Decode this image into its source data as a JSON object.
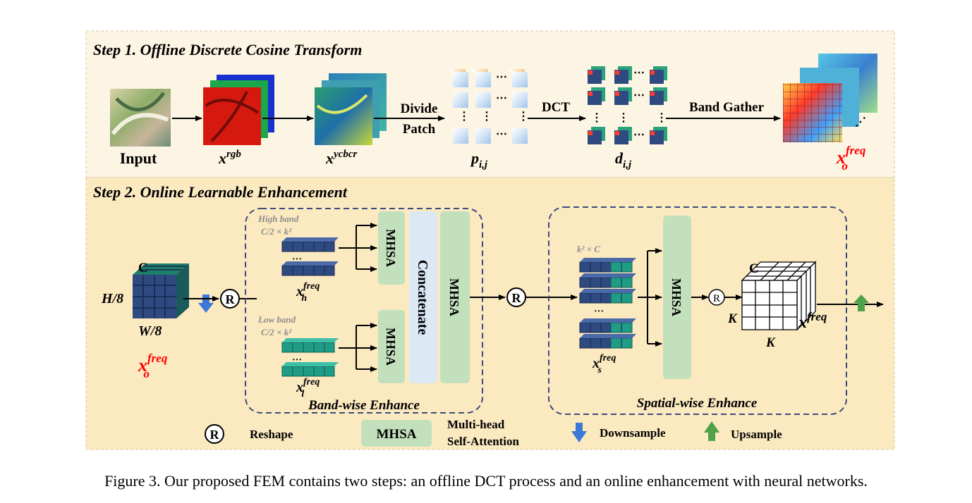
{
  "step1": {
    "title": "Step 1. Offline Discrete Cosine Transform",
    "input_label": "Input",
    "x_rgb_base": "x",
    "x_rgb_sup": "rgb",
    "x_ycbcr_base": "x",
    "x_ycbcr_sup": "ycbcr",
    "divide_line1": "Divide",
    "divide_line2": "Patch",
    "dct_label": "DCT",
    "band_gather_label": "Band Gather",
    "p_base": "p",
    "p_sub": "i,j",
    "d_base": "d",
    "d_sub": "i,j",
    "xo_base": "x",
    "xo_sup": "freq",
    "xo_sub": "o"
  },
  "step2": {
    "title": "Step 2. Online Learnable Enhancement",
    "cube_c": "C",
    "cube_h": "H/8",
    "cube_w": "W/8",
    "xo_base": "x",
    "xo_sup": "freq",
    "xo_sub": "o",
    "r_symbol": "R",
    "high_band": "High band",
    "high_dims": "C/2 × k²",
    "low_band": "Low band",
    "low_dims": "C/2 × k²",
    "xh_base": "x",
    "xh_sup": "freq",
    "xh_sub": "h",
    "xl_base": "x",
    "xl_sup": "freq",
    "xl_sub": "l",
    "mhsa": "MHSA",
    "concatenate": "Concatenate",
    "band_wise": "Band-wise Enhance",
    "k2c": "k² × C",
    "xs_base": "x",
    "xs_sup": "freq",
    "xs_sub": "s",
    "spatial_wise": "Spatial-wise Enhance",
    "out_c": "C",
    "out_k1": "K",
    "out_k2": "K",
    "xf_base": "x",
    "xf_sup": "freq",
    "dots": "..."
  },
  "legend": {
    "r_symbol": "R",
    "reshape": "Reshape",
    "mhsa": "MHSA",
    "mhsa_desc1": "Multi-head",
    "mhsa_desc2": "Self-Attention",
    "downsample": "Downsample",
    "upsample": "Upsample"
  },
  "caption": "Figure 3. Our proposed FEM contains two steps: an offline DCT process and an online enhancement with neural networks.",
  "colors": {
    "step1_bg": "#fdf5e4",
    "step2_bg": "#fbe9c0",
    "frame": "#d8c9a6",
    "mhsa_fill": "#c3e0bd",
    "concat_fill": "#dde8f5",
    "dash": "#3b4b7a",
    "highlight": "#ff0000",
    "arrow_down": "#3b78d8",
    "arrow_up": "#4fa24a",
    "cube_navy": "#2f4a80",
    "cube_teal": "#1f7e6c"
  }
}
